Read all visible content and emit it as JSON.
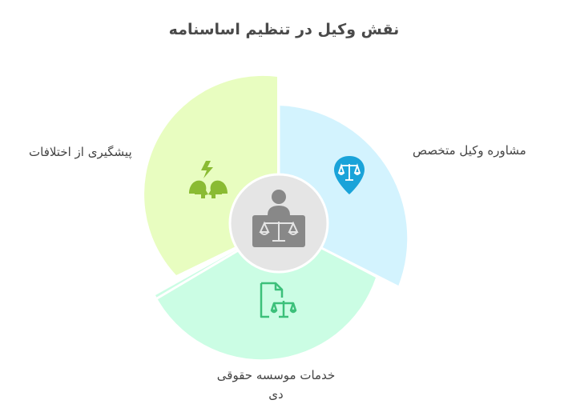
{
  "title": "نقش وکیل در تنظیم اساسنامه",
  "segments": [
    {
      "id": "consult",
      "label": "مشاوره وکیل متخصص",
      "icon": "scales-pin-icon",
      "fill": "#d3f3fe",
      "icon_color": "#1aa3d9"
    },
    {
      "id": "services",
      "label": "خدمات موسسه حقوقی دی",
      "icon": "legal-document-scales-icon",
      "fill": "#cbfde4",
      "icon_color": "#3cc07a"
    },
    {
      "id": "prevent",
      "label": "پیشگیری از اختلافات",
      "icon": "conflict-heads-icon",
      "fill": "#e8fdc0",
      "icon_color": "#8abb33"
    }
  ],
  "center": {
    "icon": "lawyer-at-desk-icon",
    "fill": "#e5e5e5",
    "icon_color": "#888888"
  }
}
